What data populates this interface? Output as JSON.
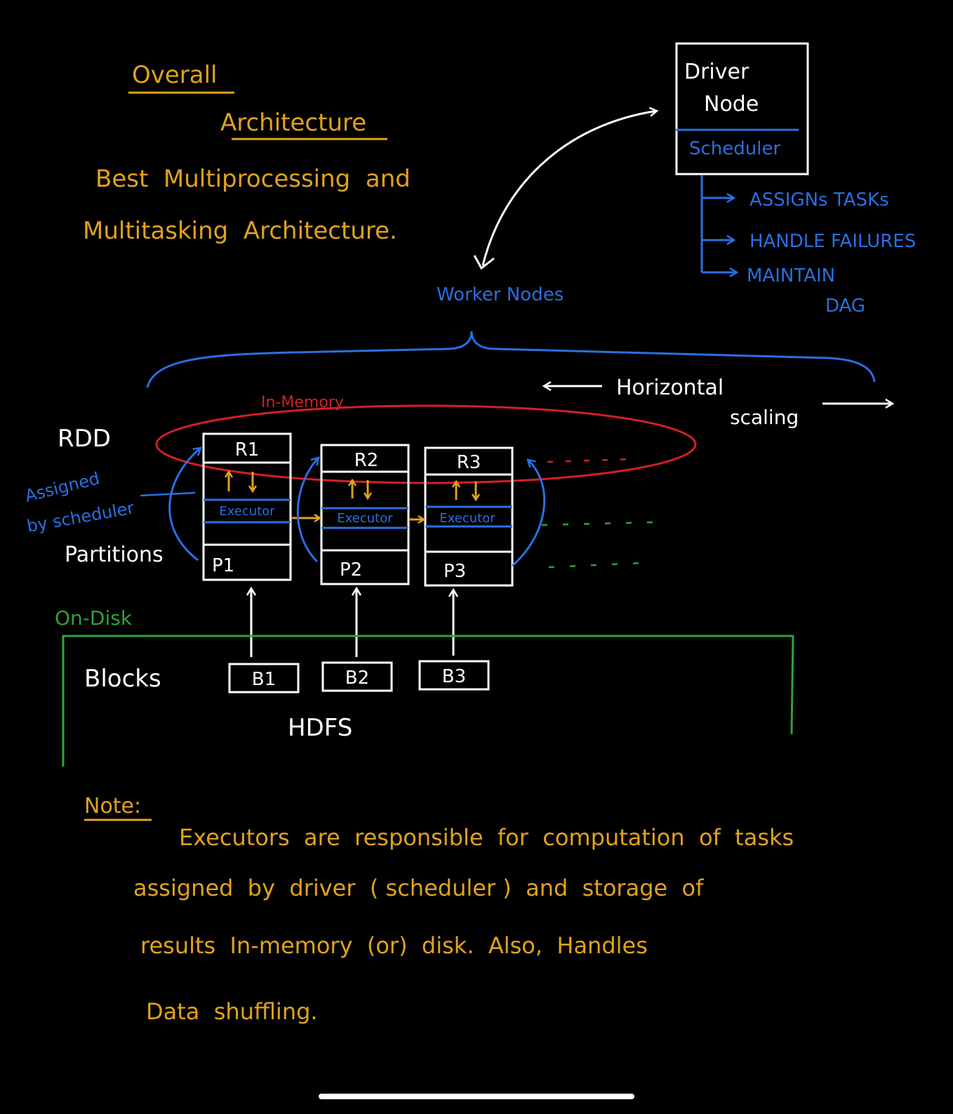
{
  "colors": {
    "background": "#000000",
    "yellow": "#e0a21d",
    "blue": "#2a6fe0",
    "white": "#ffffff",
    "red": "#d21f26",
    "green": "#2fa33a"
  },
  "title": {
    "line1": "Overall",
    "line2": "Architecture"
  },
  "subtitle": {
    "line1": "Best  Multiprocessing  and",
    "line2": "Multitasking  Architecture."
  },
  "driver": {
    "line1": "Driver",
    "line2": "Node",
    "scheduler": "Scheduler"
  },
  "driver_tasks": [
    "ASSIGNs TASKs",
    "HANDLE FAILURES",
    "MAINTAIN"
  ],
  "driver_tasks_cont": "DAG",
  "worker_nodes_label": "Worker Nodes",
  "in_memory_label": "In-Memory",
  "horizontal_scaling": {
    "line1": "Horizontal",
    "line2": "scaling"
  },
  "left_labels": {
    "rdd": "RDD",
    "assigned_line1": "Assigned",
    "assigned_line2": "by scheduler",
    "partitions": "Partitions"
  },
  "nodes": [
    {
      "rdd": "R1",
      "executor": "Executor",
      "partition": "P1",
      "block": "B1"
    },
    {
      "rdd": "R2",
      "executor": "Executor",
      "partition": "P2",
      "block": "B2"
    },
    {
      "rdd": "R3",
      "executor": "Executor",
      "partition": "P3",
      "block": "B3"
    }
  ],
  "on_disk_label": "On-Disk",
  "blocks_label": "Blocks",
  "hdfs_label": "HDFS",
  "note": {
    "label": "Note:",
    "line1": "Executors  are  responsible  for  computation  of  tasks",
    "line2": "assigned  by  driver  ( scheduler )  and  storage  of",
    "line3": "results  In-memory  (or)  disk.  Also,  Handles",
    "line4": "Data  shuffling."
  }
}
